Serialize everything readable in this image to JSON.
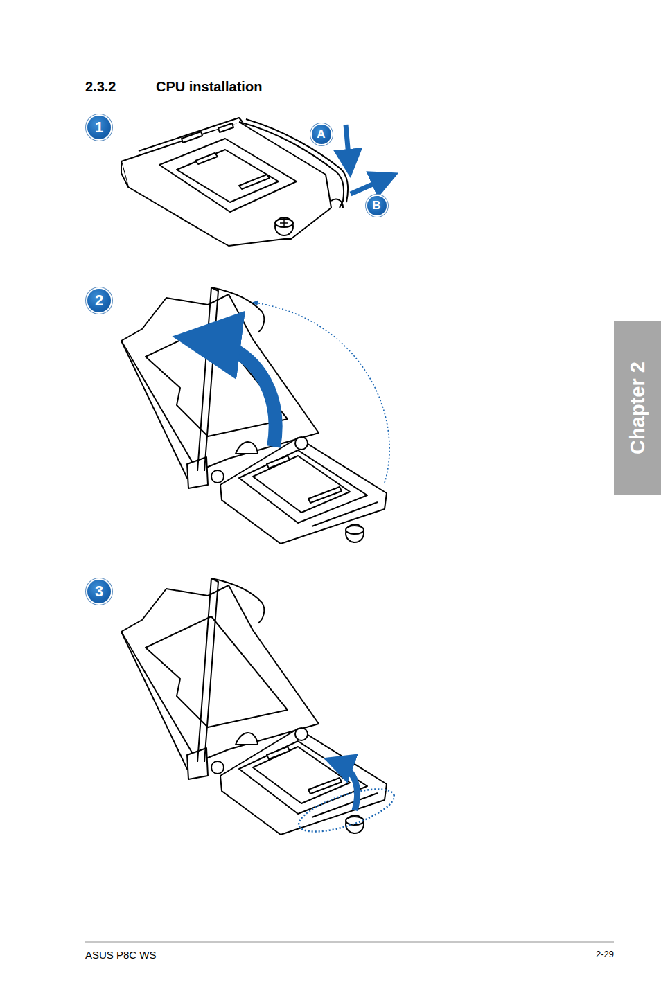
{
  "diagram": {
    "title": "CPU installation",
    "nodes": [
      {
        "text": [
          "1"
        ]
      },
      {
        "text": [
          "A"
        ]
      },
      {
        "text": [
          "B"
        ]
      },
      {
        "text": [
          "2"
        ]
      },
      {
        "text": [
          "3"
        ]
      },
      {
        "text": [
          "Chapter 2"
        ]
      }
    ],
    "edges": [],
    "labels": [
      "2.3.2",
      "ASUS P8C WS",
      "2-29"
    ]
  }
}
